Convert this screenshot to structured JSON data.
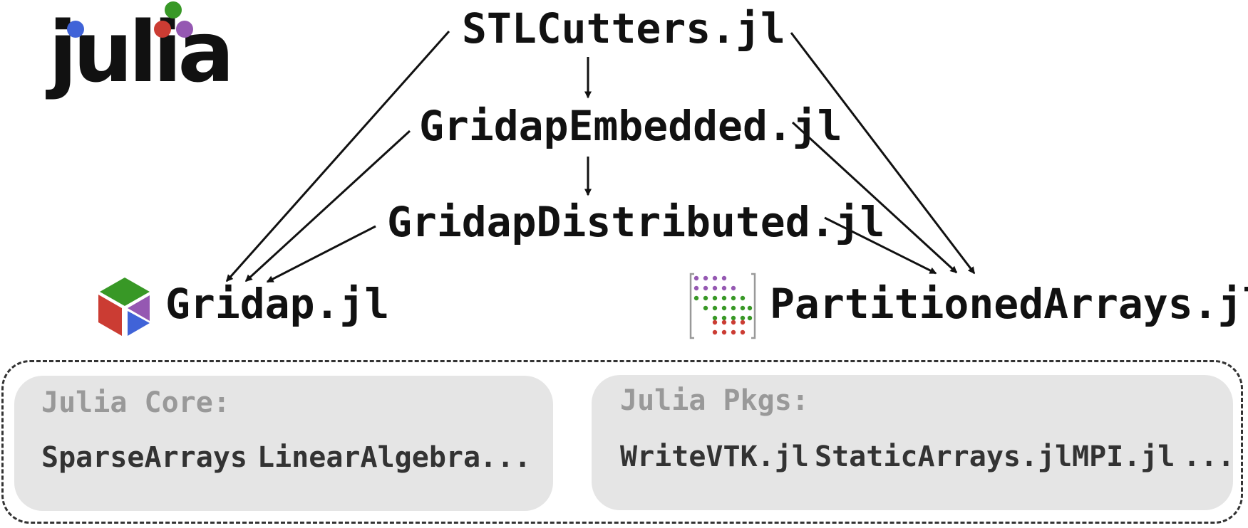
{
  "logo": {
    "text": "julia",
    "dot_colors": [
      "#4063d8",
      "#cb3c33",
      "#389826",
      "#9558b2"
    ]
  },
  "packages": {
    "stlcutters": "STLCutters.jl",
    "gridap_embedded": "GridapEmbedded.jl",
    "gridap_distributed": "GridapDistributed.jl",
    "gridap": "Gridap.jl",
    "partitioned_arrays": "PartitionedArrays.jl"
  },
  "dependencies": [
    {
      "from": "STLCutters.jl",
      "to": "GridapEmbedded.jl"
    },
    {
      "from": "STLCutters.jl",
      "to": "Gridap.jl"
    },
    {
      "from": "STLCutters.jl",
      "to": "PartitionedArrays.jl"
    },
    {
      "from": "GridapEmbedded.jl",
      "to": "GridapDistributed.jl"
    },
    {
      "from": "GridapEmbedded.jl",
      "to": "Gridap.jl"
    },
    {
      "from": "GridapEmbedded.jl",
      "to": "PartitionedArrays.jl"
    },
    {
      "from": "GridapDistributed.jl",
      "to": "Gridap.jl"
    },
    {
      "from": "GridapDistributed.jl",
      "to": "PartitionedArrays.jl"
    }
  ],
  "icons": {
    "gridap": "gridap-cube-icon",
    "partitioned_arrays": "partitioned-matrix-icon",
    "gridap_colors": [
      "#389826",
      "#cb3c33",
      "#4063d8",
      "#9558b2"
    ],
    "matrix_colors": [
      "#9558b2",
      "#389826",
      "#cb3c33"
    ]
  },
  "julia_core": {
    "title": "Julia Core:",
    "items": [
      "SparseArrays",
      "LinearAlgebra",
      "..."
    ]
  },
  "julia_pkgs": {
    "title": "Julia Pkgs:",
    "items": [
      "WriteVTK.jl",
      "StaticArrays.jl",
      "MPI.jl",
      "..."
    ]
  }
}
